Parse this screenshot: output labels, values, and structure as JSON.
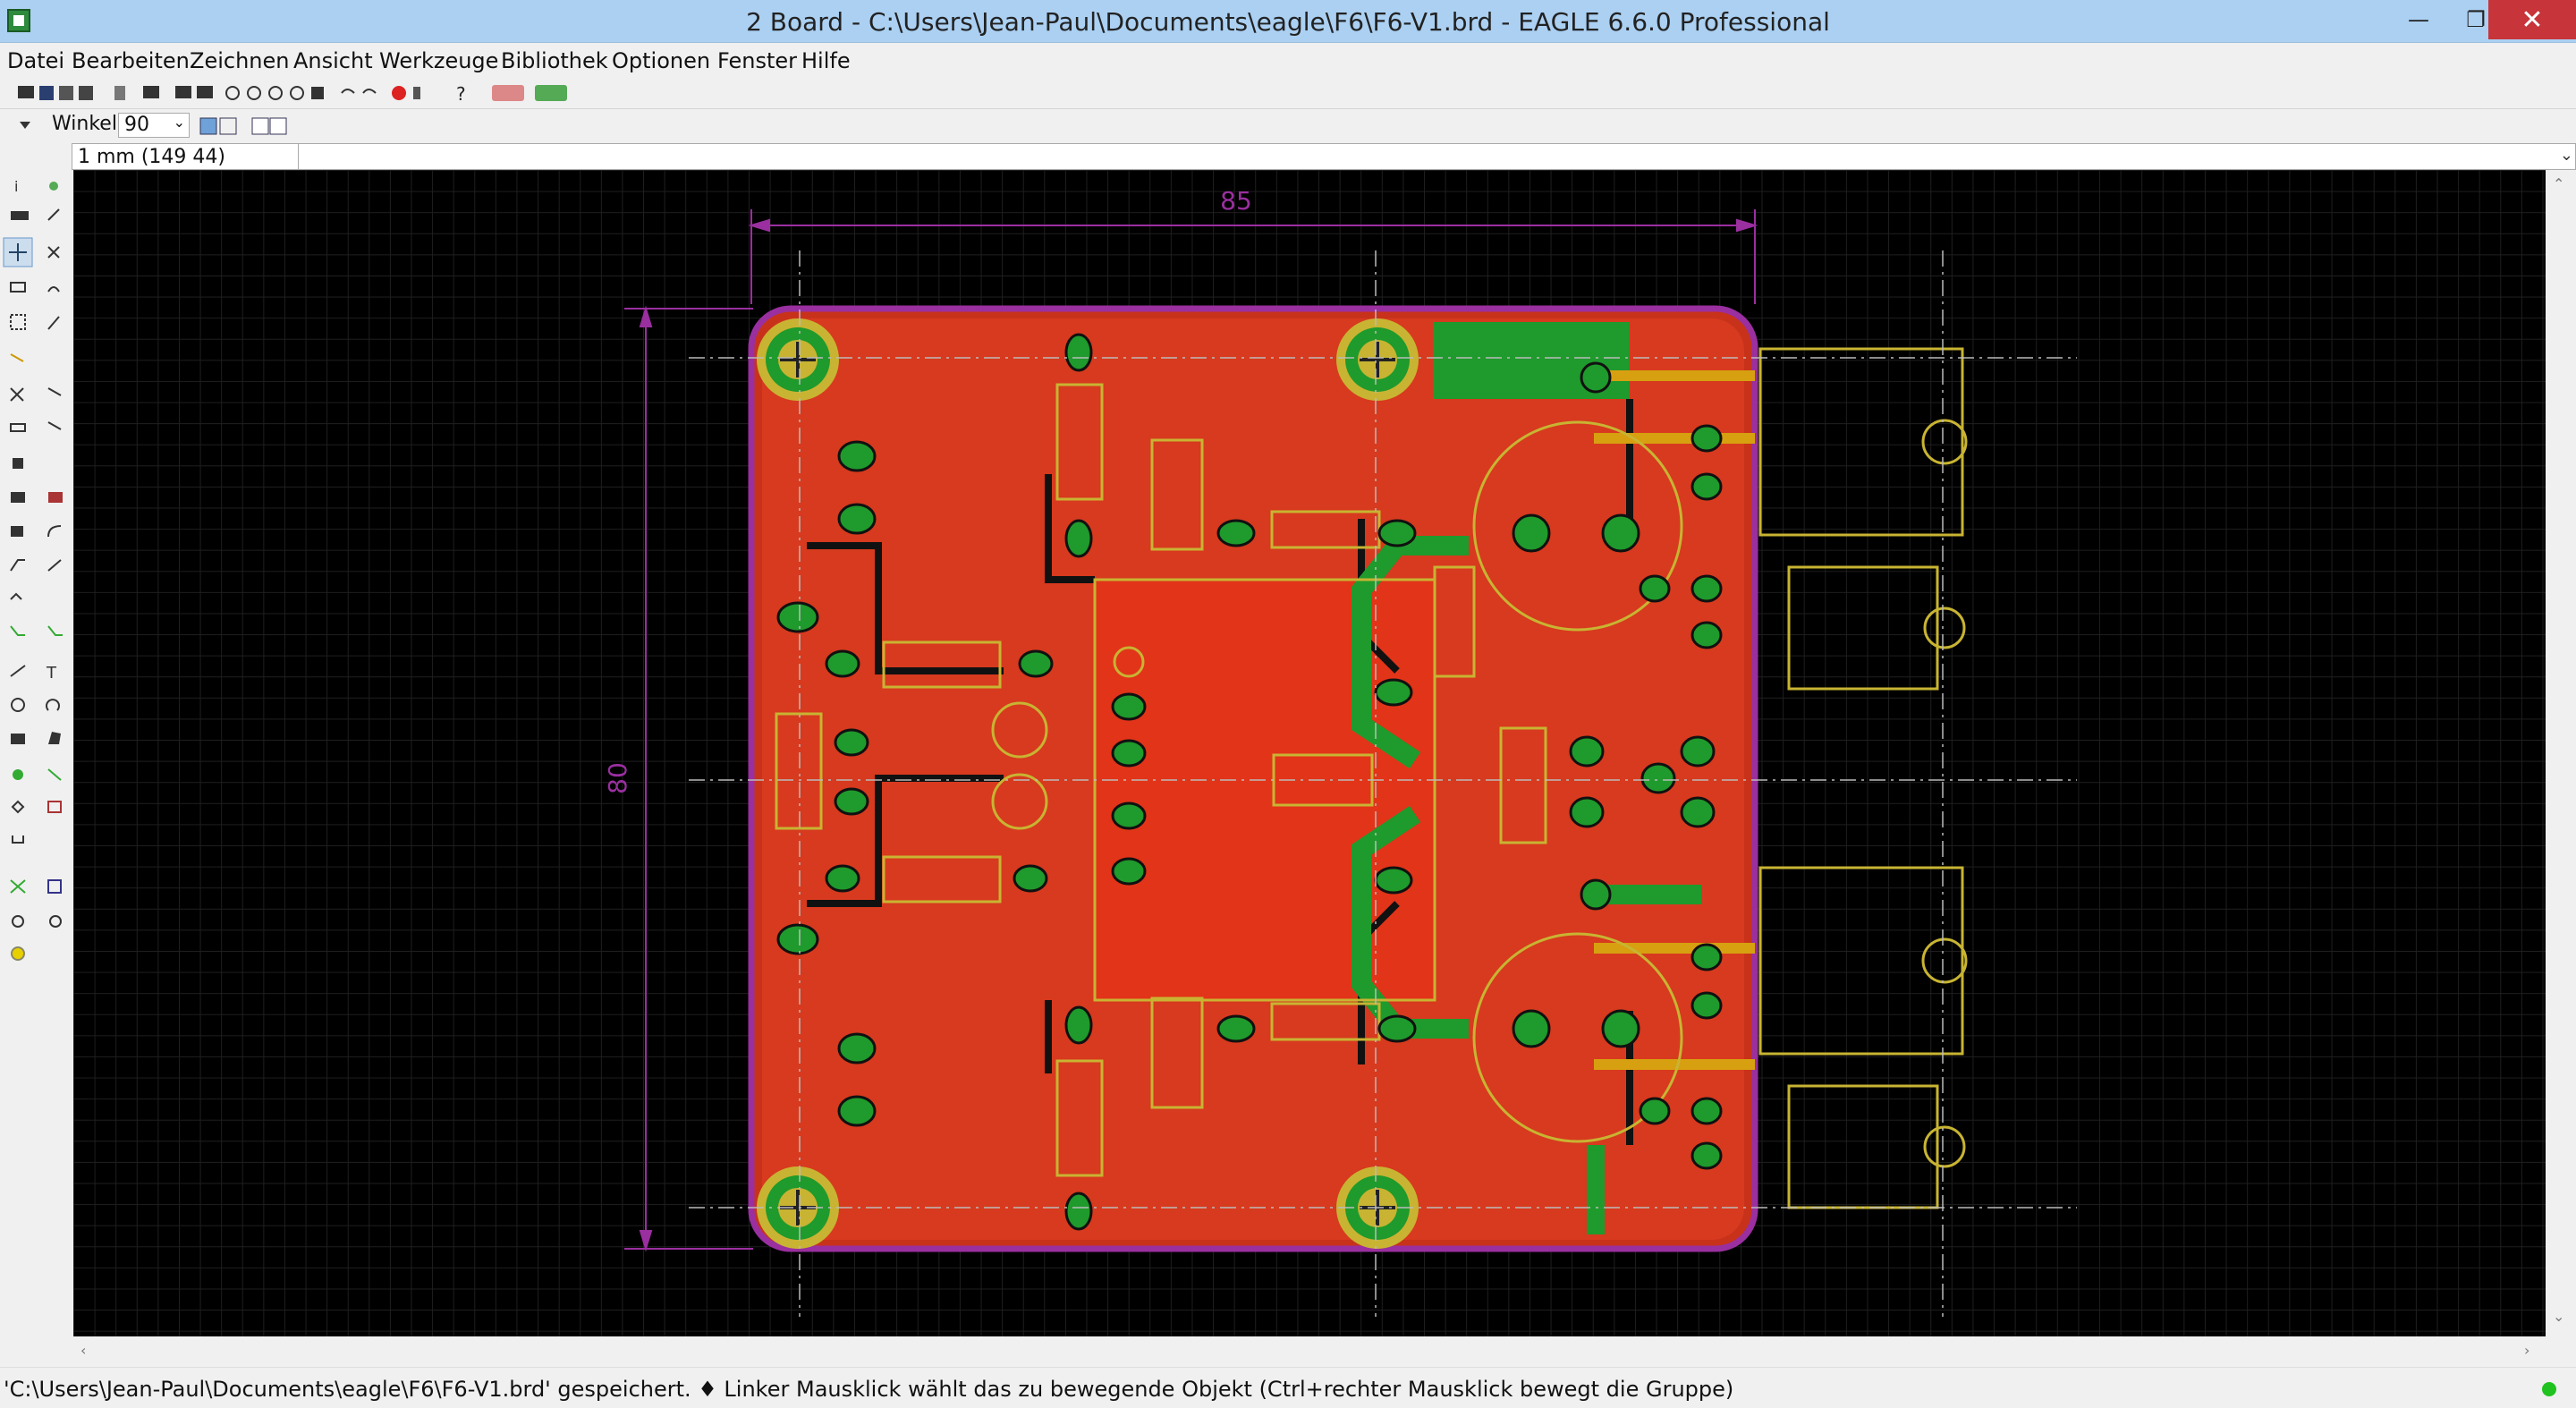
{
  "window": {
    "title": "2 Board - C:\\Users\\Jean-Paul\\Documents\\eagle\\F6\\F6-V1.brd - EAGLE 6.6.0 Professional",
    "min_glyph": "—",
    "max_glyph": "❐",
    "close_glyph": "✕"
  },
  "menu": {
    "items": [
      {
        "label": "Datei"
      },
      {
        "label": "Bearbeiten"
      },
      {
        "label": "Zeichnen"
      },
      {
        "label": "Ansicht"
      },
      {
        "label": "Werkzeuge"
      },
      {
        "label": "Bibliothek"
      },
      {
        "label": "Optionen"
      },
      {
        "label": "Fenster"
      },
      {
        "label": "Hilfe"
      }
    ]
  },
  "params": {
    "angle_label": "Winkel:",
    "angle_value": "90"
  },
  "command": {
    "coordinate": "1 mm (149 44)",
    "input_value": ""
  },
  "board": {
    "dimension_width": "85",
    "dimension_height": "80"
  },
  "colors": {
    "canvas_bg": "#000000",
    "board_outline": "#9a2fa0",
    "copper_top": "#c8321a",
    "copper_fill": "#e23418",
    "pad": "#2fa040",
    "silk": "#c8b432",
    "dimension": "#9a2fa0",
    "status_ok": "#1fc21f"
  },
  "status": {
    "message": "'C:\\Users\\Jean-Paul\\Documents\\eagle\\F6\\F6-V1.brd' gespeichert.  ♦ Linker Mausklick wählt das zu bewegende Objekt (Ctrl+rechter Mausklick bewegt die Gruppe)"
  }
}
